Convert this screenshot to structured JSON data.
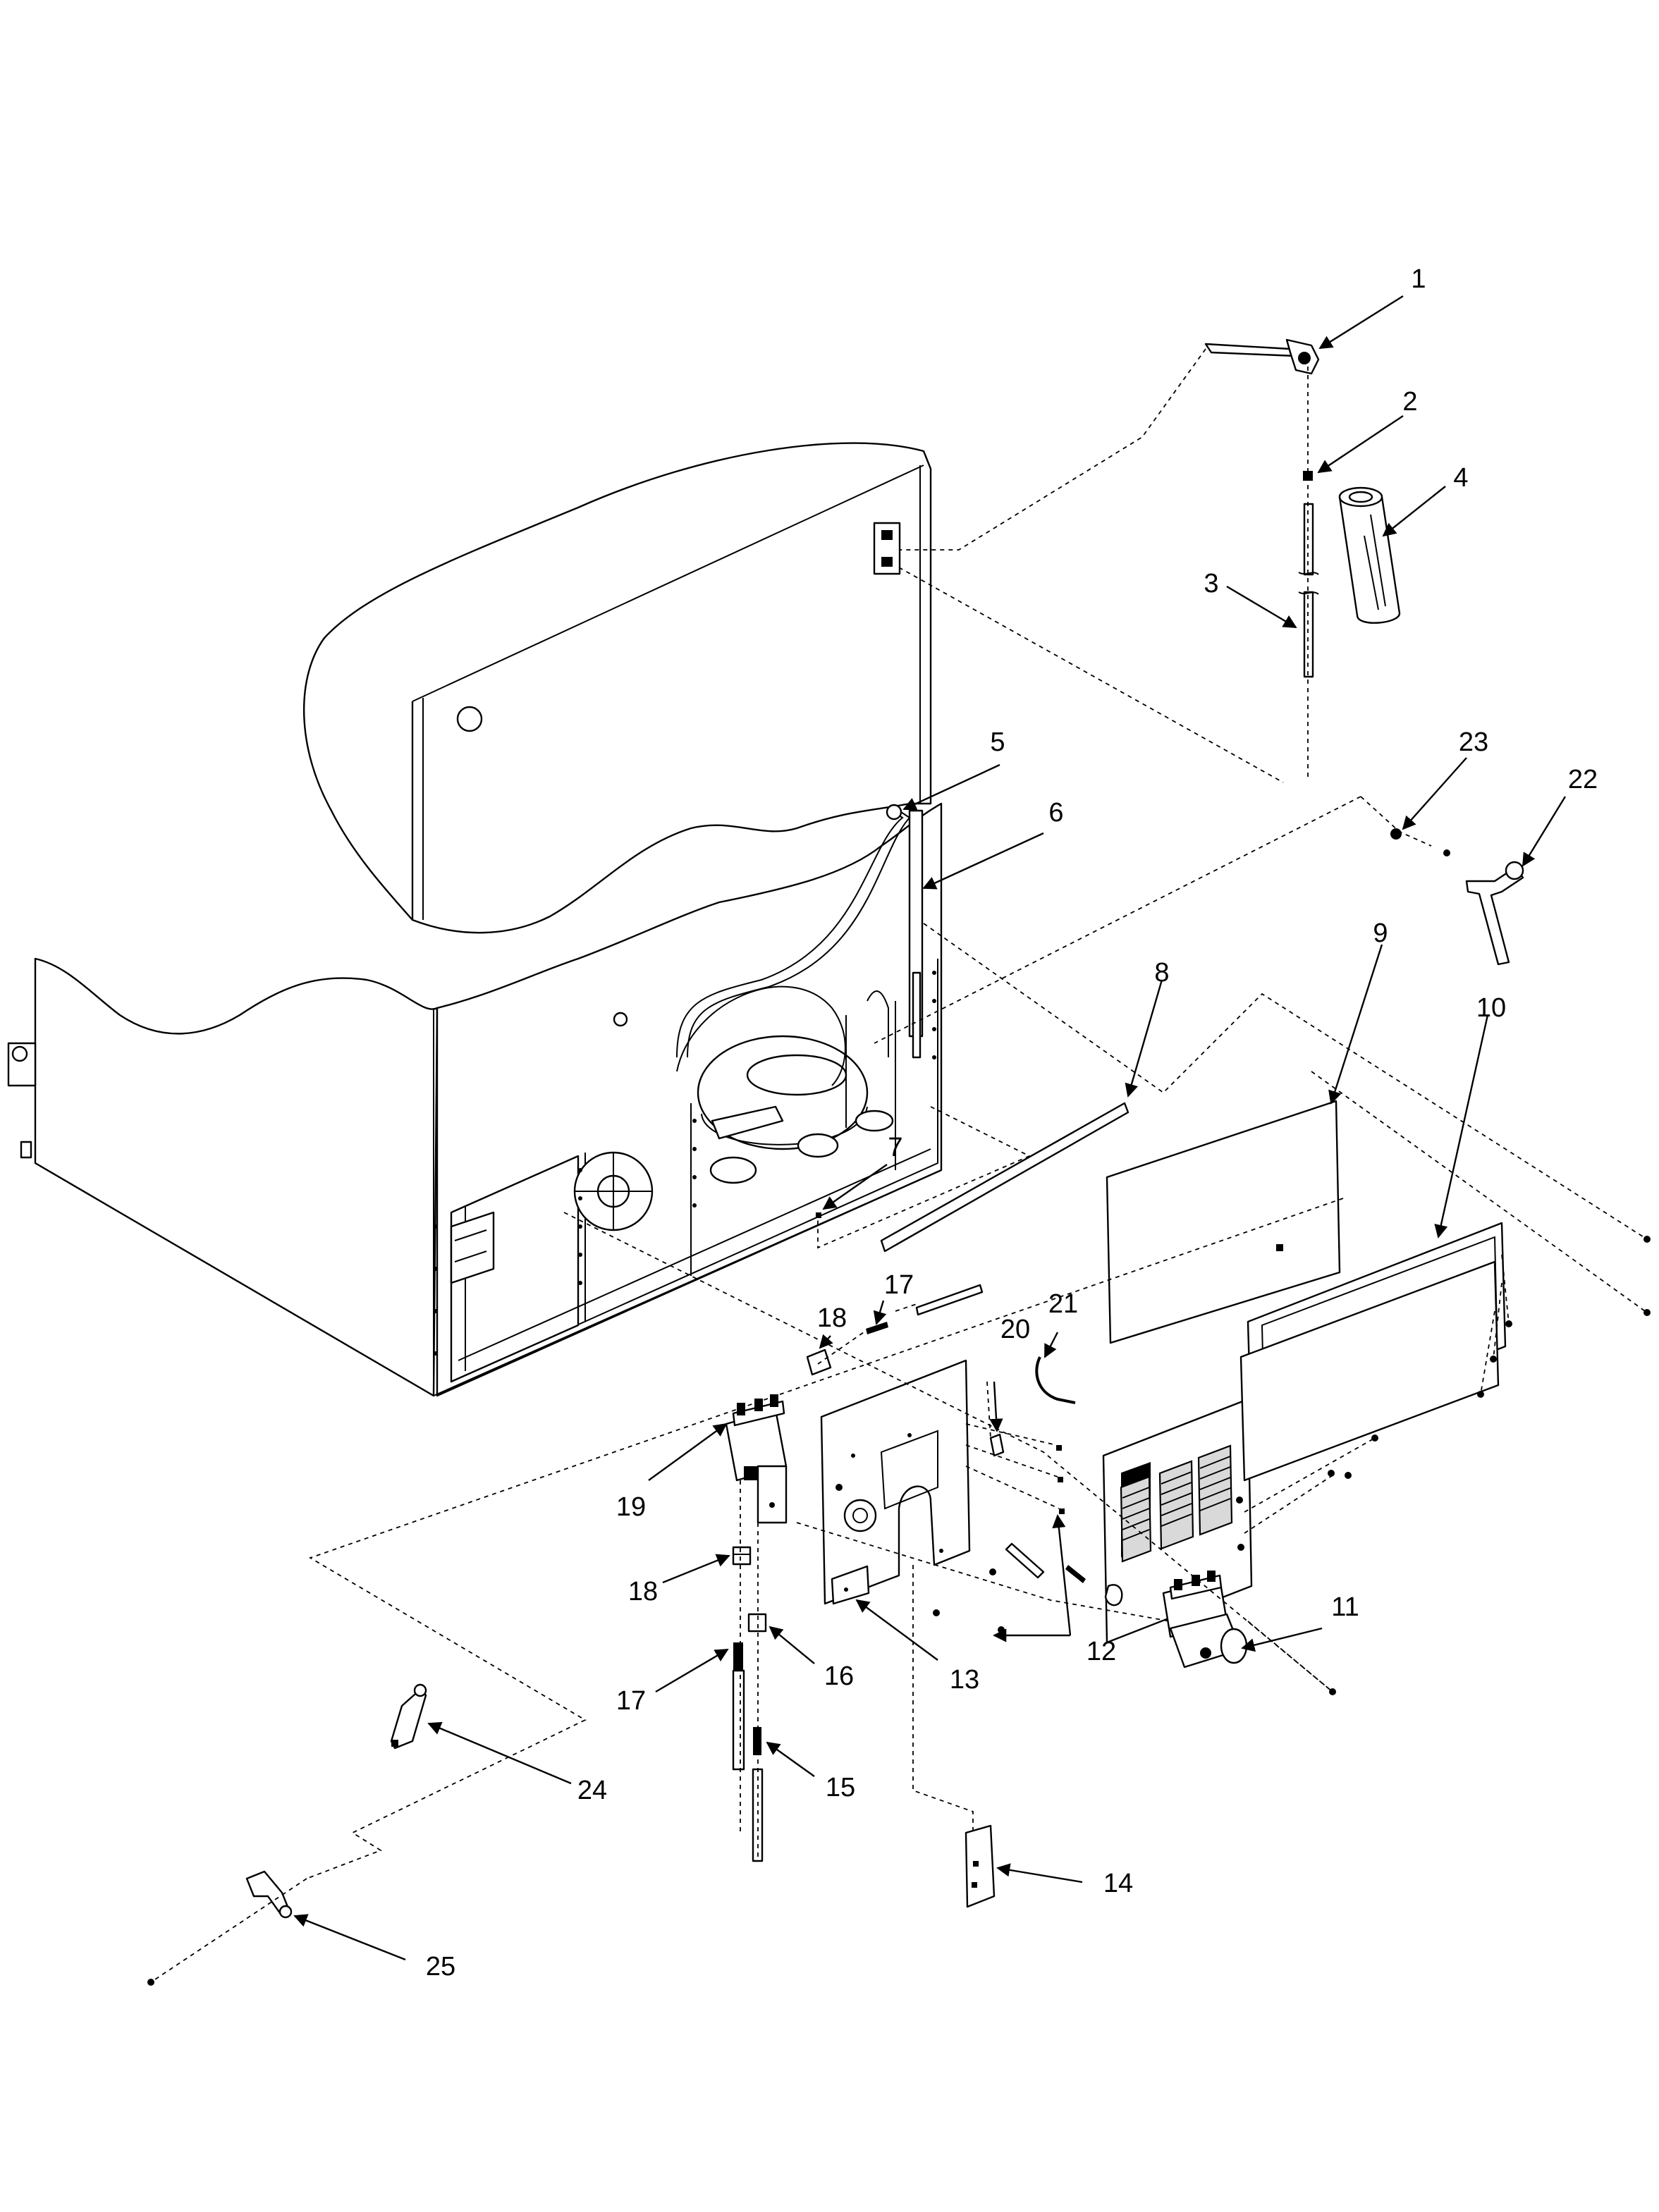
{
  "diagram": {
    "callouts": [
      {
        "id": "c1",
        "label": "1"
      },
      {
        "id": "c2",
        "label": "2"
      },
      {
        "id": "c3",
        "label": "3"
      },
      {
        "id": "c4",
        "label": "4"
      },
      {
        "id": "c5",
        "label": "5"
      },
      {
        "id": "c6",
        "label": "6"
      },
      {
        "id": "c7",
        "label": "7"
      },
      {
        "id": "c8",
        "label": "8"
      },
      {
        "id": "c9",
        "label": "9"
      },
      {
        "id": "c10",
        "label": "10"
      },
      {
        "id": "c11",
        "label": "11"
      },
      {
        "id": "c12",
        "label": "12"
      },
      {
        "id": "c13",
        "label": "13"
      },
      {
        "id": "c14",
        "label": "14"
      },
      {
        "id": "c15",
        "label": "15"
      },
      {
        "id": "c16",
        "label": "16"
      },
      {
        "id": "c17a",
        "label": "17"
      },
      {
        "id": "c17b",
        "label": "17"
      },
      {
        "id": "c18a",
        "label": "18"
      },
      {
        "id": "c18b",
        "label": "18"
      },
      {
        "id": "c19",
        "label": "19"
      },
      {
        "id": "c20",
        "label": "20"
      },
      {
        "id": "c21",
        "label": "21"
      },
      {
        "id": "c22",
        "label": "22"
      },
      {
        "id": "c23",
        "label": "23"
      },
      {
        "id": "c24",
        "label": "24"
      },
      {
        "id": "c25",
        "label": "25"
      }
    ]
  }
}
